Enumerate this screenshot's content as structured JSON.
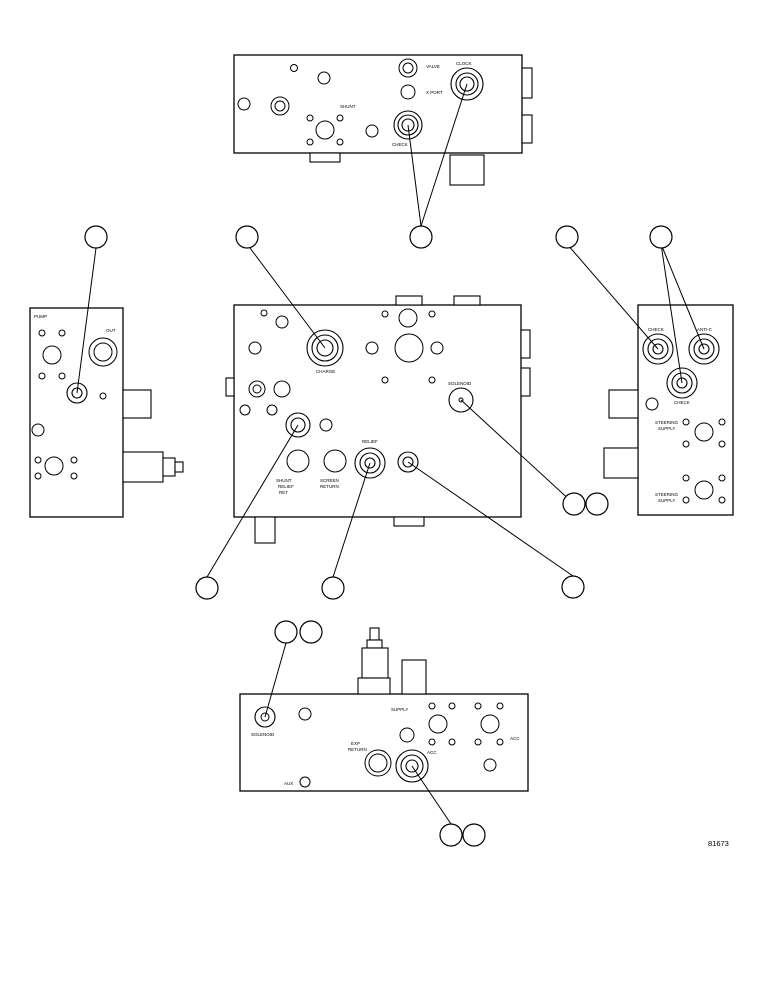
{
  "drawing_number": "81673",
  "port_labels": {
    "top_view": [
      "SHUNT",
      "VALVE",
      "X PORT",
      "CHECK",
      "CLOCK"
    ],
    "left_view": [
      "PUMP",
      "OUT"
    ],
    "front_view": [
      "CHARGE",
      "SOLENOID",
      "SHUNT",
      "RELIEF",
      "RET",
      "RELIEF",
      "SCREEN",
      "RETURN"
    ],
    "right_view": [
      "CHECK",
      "ANTI-C",
      "CHECK",
      "STEERING",
      "SUPPLY",
      "STEERING",
      "SUPPLY"
    ],
    "bottom_view": [
      "SOLENOID",
      "SUPPLY",
      "EXP",
      "RETURN",
      "ACC",
      "ACC",
      "AUX"
    ]
  },
  "callout_balloons": [
    {
      "id": "b-left-view",
      "label": ""
    },
    {
      "id": "b-charge",
      "label": ""
    },
    {
      "id": "b-top-checks",
      "label": ""
    },
    {
      "id": "b-right-view",
      "label": ""
    },
    {
      "id": "b-right-checks",
      "label": ""
    },
    {
      "id": "b-solenoid-a",
      "label": ""
    },
    {
      "id": "b-solenoid-b",
      "label": ""
    },
    {
      "id": "b-shunt",
      "label": ""
    },
    {
      "id": "b-relief",
      "label": ""
    },
    {
      "id": "b-screen",
      "label": ""
    },
    {
      "id": "b-bottom-sol-a",
      "label": ""
    },
    {
      "id": "b-bottom-sol-b",
      "label": ""
    },
    {
      "id": "b-bottom-ret-a",
      "label": ""
    },
    {
      "id": "b-bottom-ret-b",
      "label": ""
    }
  ]
}
